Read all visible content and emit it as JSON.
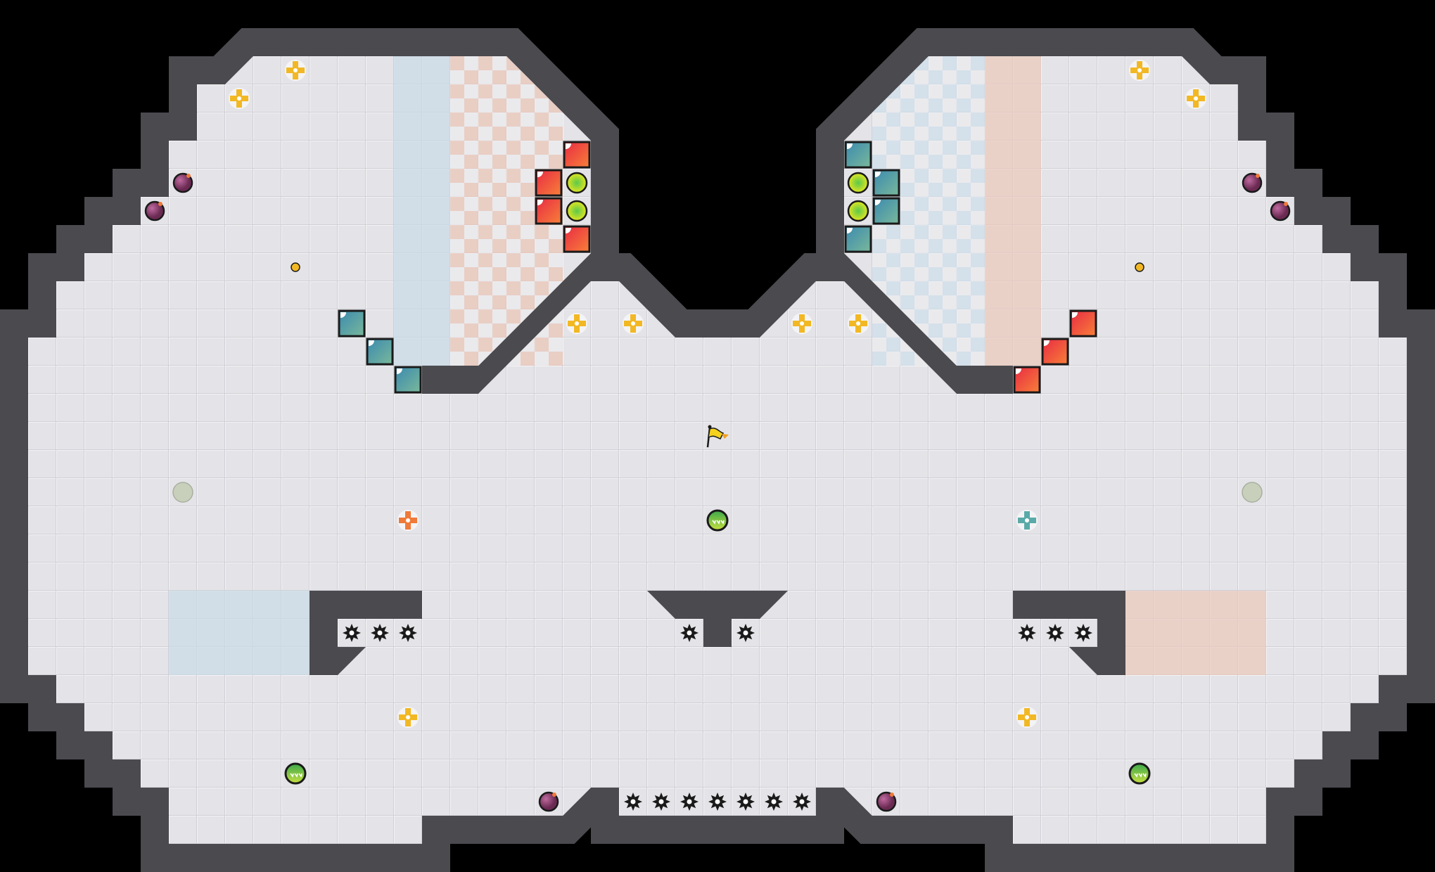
{
  "level": {
    "palette": {
      "background": "#000000",
      "wall": "#4a4a4f",
      "wall_edge": "#2e2e32",
      "floor": "#e4e4e8",
      "grid_line": "#cfcfd5",
      "blue_zone": "#c6d9e6",
      "red_zone": "#ebc6b8",
      "red_block": "#ee4a3a",
      "teal_block": "#4a9aa0",
      "yellow_plus": "#f2b824",
      "orange_plus": "#f07a3a",
      "teal_plus": "#5aaaa8",
      "purple_ball": "#8a3a6a",
      "green_ball": "#7cc84a",
      "switch_circle": "#d8e626",
      "gray_circle": "#c8d0bc",
      "flag": "#f5d21e"
    },
    "entity_types": [
      "goal-flag",
      "red-block",
      "teal-block",
      "yellow-switch",
      "spike",
      "yellow-plus",
      "orange-plus",
      "teal-plus",
      "purple-bomb",
      "green-ball",
      "gray-pad",
      "small-coin"
    ]
  }
}
